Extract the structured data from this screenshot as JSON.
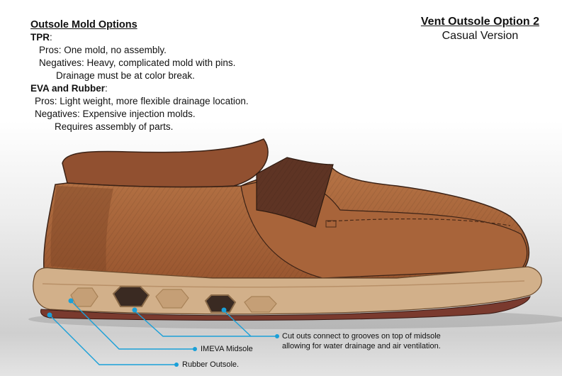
{
  "notes": {
    "heading": "Outsole Mold Options",
    "tpr": {
      "label": "TPR",
      "pros": "Pros: One mold, no assembly.",
      "negatives": "Negatives: Heavy, complicated mold with pins.",
      "negatives_cont": "Drainage must be at color break."
    },
    "eva": {
      "label": "EVA and Rubber",
      "pros": "Pros: Light weight, more flexible drainage location.",
      "negatives": "Negatives: Expensive injection molds.",
      "negatives_cont": "Requires assembly of parts."
    }
  },
  "title": {
    "main": "Vent Outsole Option 2",
    "sub": "Casual Version"
  },
  "callouts": {
    "cutouts_line1": "Cut outs connect to grooves on top of midsole",
    "cutouts_line2": "allowing for water drainage and air ventilation.",
    "midsole": "IMEVA Midsole",
    "outsole": "Rubber Outsole."
  },
  "colors": {
    "leather": "#a8643a",
    "leather_dark": "#7d4526",
    "strap": "#5e3424",
    "midsole": "#d2b08a",
    "outsole": "#7a3a2e",
    "callout": "#1aa0d8"
  }
}
